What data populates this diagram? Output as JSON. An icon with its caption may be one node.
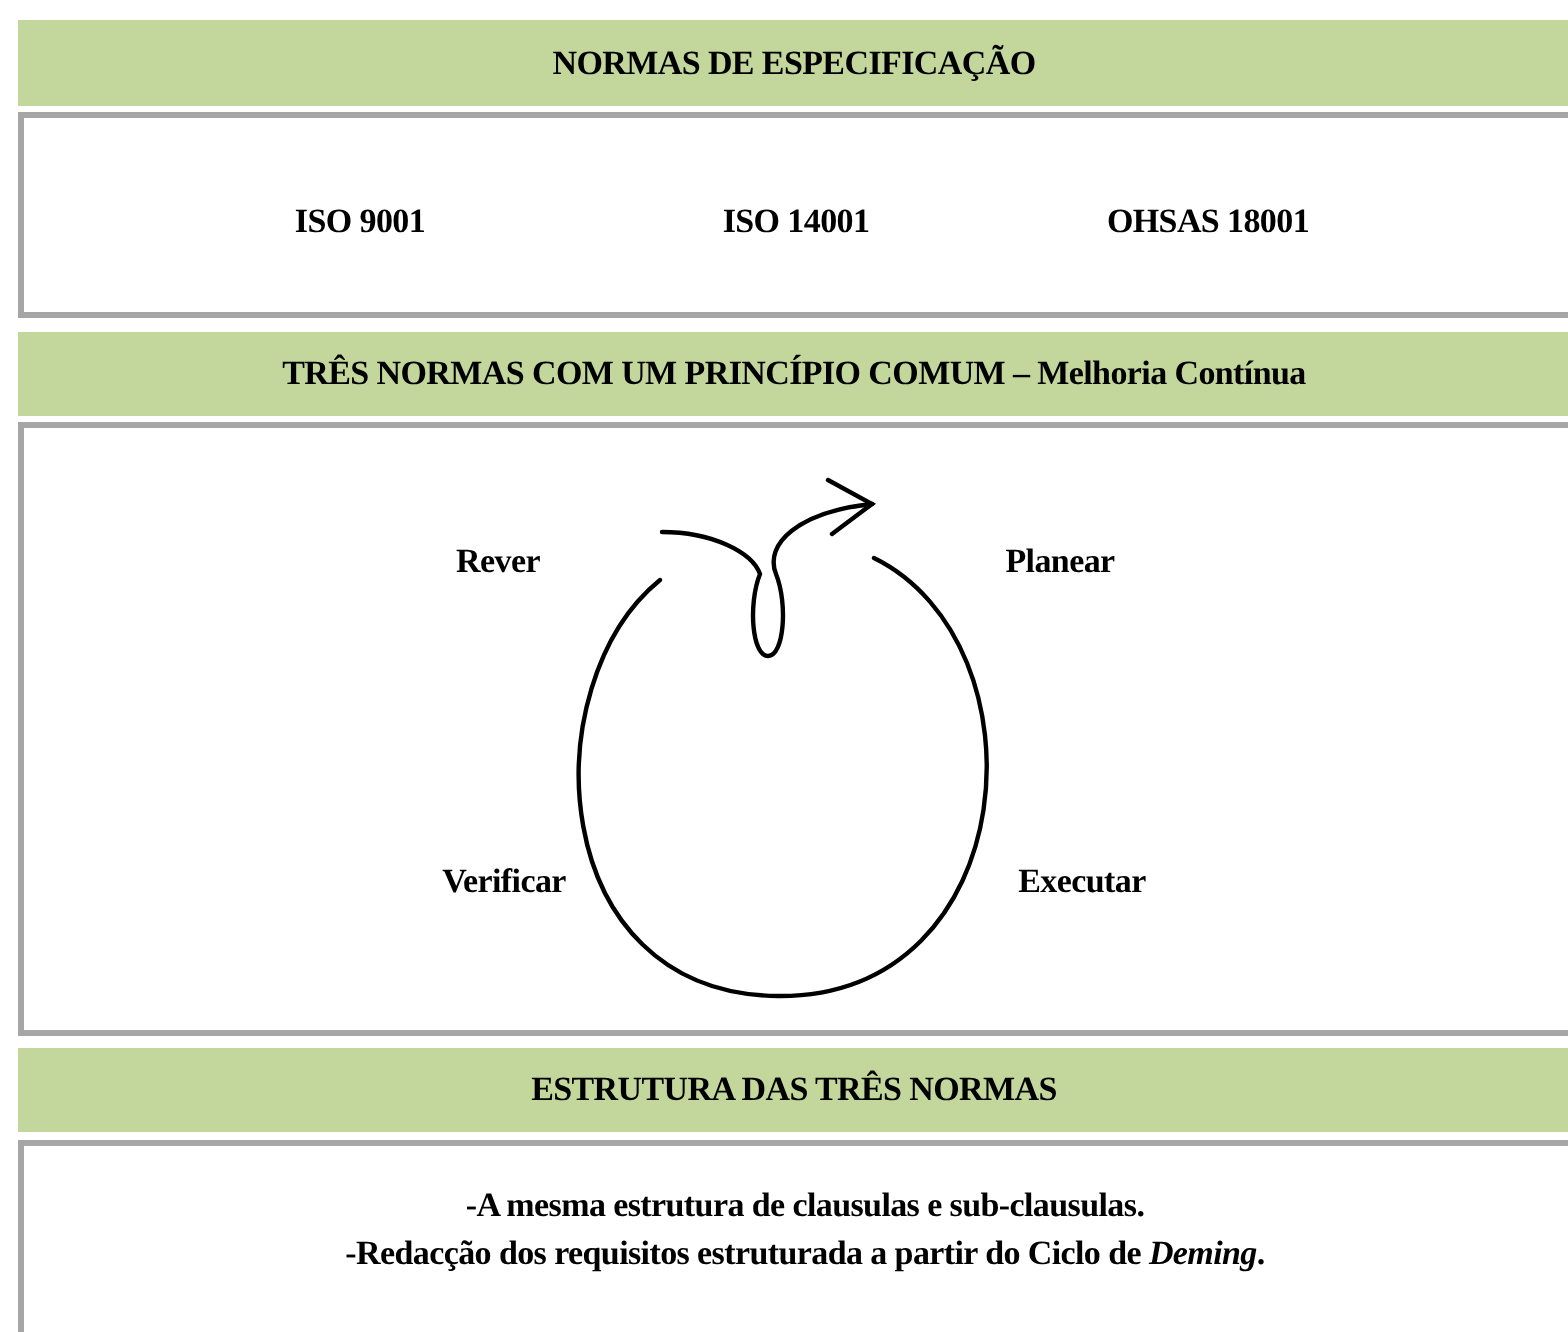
{
  "diagram": {
    "nodes": [
      {
        "text": [
          "NORMAS DE ESPECIFICAÇÃO"
        ]
      },
      {
        "text": [
          "ISO 9001",
          "ISO 14001",
          "OHSAS 18001"
        ]
      },
      {
        "text": [
          "TRÊS NORMAS COM UM PRINCÍPIO COMUM – Melhoria Contínua"
        ]
      },
      {
        "text": [
          "Rever",
          "Planear",
          "Verificar",
          "Executar"
        ]
      },
      {
        "text": [
          "ESTRUTURA DAS TRÊS NORMAS"
        ]
      },
      {
        "text": [
          "-A mesma estrutura de clausulas e sub-clausulas.",
          "-Redacção dos requisitos estruturada a partir do Ciclo de *Deming*."
        ]
      }
    ],
    "edges": []
  }
}
